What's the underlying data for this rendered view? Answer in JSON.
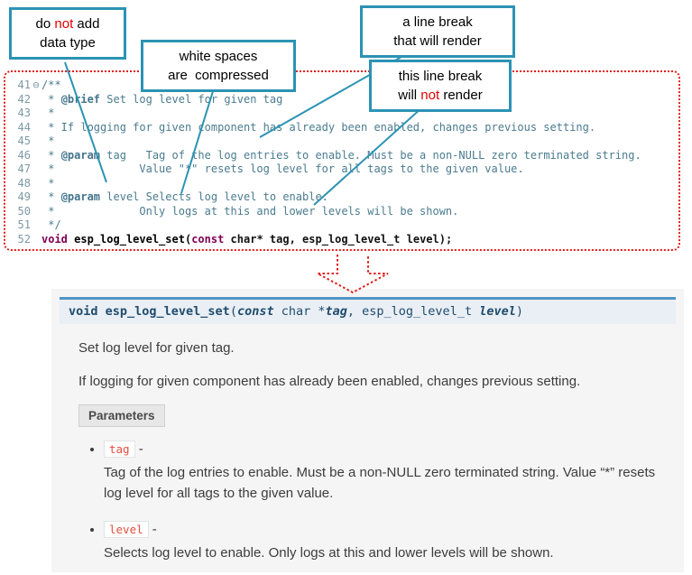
{
  "colors": {
    "callout_border": "#2b93b3",
    "annotation_red": "#e60000",
    "code_comment": "#4a7b8f",
    "code_keyword": "#7f0055",
    "dotted_border_red": "#e31c1c",
    "signature_accent_blue": "#4f94c5",
    "literal_red": "#e74c3c",
    "panel_gray": "#f5f5f5"
  },
  "callouts": {
    "no_datatype": {
      "lines": [
        [
          {
            "t": "do "
          },
          {
            "t": "not",
            "red": true
          },
          {
            "t": " add"
          }
        ],
        [
          {
            "t": "data type"
          }
        ]
      ]
    },
    "whitespace": {
      "lines": [
        [
          {
            "t": "white spaces"
          }
        ],
        [
          {
            "t": "are  compressed"
          }
        ]
      ]
    },
    "break_render": {
      "lines": [
        [
          {
            "t": "a line break"
          }
        ],
        [
          {
            "t": "that will render"
          }
        ]
      ]
    },
    "break_norender": {
      "lines": [
        [
          {
            "t": "this line break"
          }
        ],
        [
          {
            "t": "will "
          },
          {
            "t": "not",
            "red": true
          },
          {
            "t": " render"
          }
        ]
      ]
    }
  },
  "code": {
    "lines": [
      {
        "num": "41",
        "fold": "⊖",
        "segments": [
          {
            "t": "/**",
            "c": "doc"
          }
        ]
      },
      {
        "num": "42",
        "segments": [
          {
            "t": " * ",
            "c": "doc"
          },
          {
            "t": "@brief",
            "c": "tag"
          },
          {
            "t": " Set log level for given tag",
            "c": "doc"
          }
        ]
      },
      {
        "num": "43",
        "segments": [
          {
            "t": " *",
            "c": "doc"
          }
        ]
      },
      {
        "num": "44",
        "segments": [
          {
            "t": " * If logging for given component has already been enabled, changes previous setting.",
            "c": "doc"
          }
        ]
      },
      {
        "num": "45",
        "segments": [
          {
            "t": " *",
            "c": "doc"
          }
        ]
      },
      {
        "num": "46",
        "segments": [
          {
            "t": " * ",
            "c": "doc"
          },
          {
            "t": "@param",
            "c": "tag"
          },
          {
            "t": " tag   Tag of the log entries to enable. Must be a non-NULL zero terminated string.",
            "c": "doc"
          }
        ]
      },
      {
        "num": "47",
        "segments": [
          {
            "t": " *             Value \"*\" resets log level for all tags to the given value.",
            "c": "doc"
          }
        ]
      },
      {
        "num": "48",
        "segments": [
          {
            "t": " *",
            "c": "doc"
          }
        ]
      },
      {
        "num": "49",
        "segments": [
          {
            "t": " * ",
            "c": "doc"
          },
          {
            "t": "@param",
            "c": "tag"
          },
          {
            "t": " level Selects log level to enable.",
            "c": "doc"
          }
        ]
      },
      {
        "num": "50",
        "segments": [
          {
            "t": " *             Only logs at this and lower levels will be shown.",
            "c": "doc"
          }
        ]
      },
      {
        "num": "51",
        "segments": [
          {
            "t": " */",
            "c": "doc"
          }
        ]
      },
      {
        "num": "52",
        "segments": [
          {
            "t": "void",
            "c": "kw"
          },
          {
            "t": " ",
            "c": "plain"
          },
          {
            "t": "esp_log_level_set",
            "c": "fn"
          },
          {
            "t": "(",
            "c": "plain"
          },
          {
            "t": "const",
            "c": "kw"
          },
          {
            "t": " char* tag, esp_log_level_t level);",
            "c": "plain"
          }
        ]
      }
    ]
  },
  "doc": {
    "signature": [
      {
        "t": "void ",
        "c": "b"
      },
      {
        "t": "esp_log_level_set",
        "c": "b"
      },
      {
        "t": "(",
        "c": "p"
      },
      {
        "t": "const",
        "c": "bi"
      },
      {
        "t": "  char *",
        "c": "p"
      },
      {
        "t": "tag",
        "c": "bi"
      },
      {
        "t": ", ",
        "c": "p"
      },
      {
        "t": "esp_log_level_t ",
        "c": "p"
      },
      {
        "t": "level",
        "c": "bi"
      },
      {
        "t": ")",
        "c": "p"
      }
    ],
    "p1": "Set log level for given tag.",
    "p2": "If logging for given component has already been enabled, changes previous setting.",
    "params_label": "Parameters",
    "params": [
      {
        "name": "tag",
        "dash": "-",
        "desc": "Tag of the log entries to enable. Must be a non-NULL zero terminated string. Value “*” resets log level for all tags to the given value."
      },
      {
        "name": "level",
        "dash": "-",
        "desc": "Selects log level to enable. Only logs at this and lower levels will be shown."
      }
    ]
  }
}
